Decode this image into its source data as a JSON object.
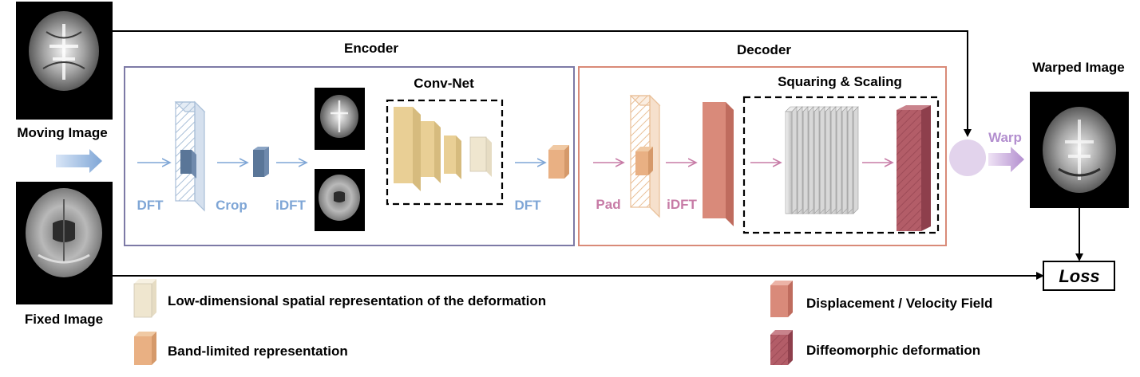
{
  "images": {
    "moving": "Moving Image",
    "fixed": "Fixed Image",
    "warped": "Warped Image"
  },
  "encoder": {
    "title": "Encoder",
    "convnet": "Conv-Net",
    "dft1": "DFT",
    "crop": "Crop",
    "idft": "iDFT",
    "dft2": "DFT"
  },
  "decoder": {
    "title": "Decoder",
    "ss": "Squaring & Scaling",
    "pad": "Pad",
    "idft": "iDFT"
  },
  "warp": "Warp",
  "loss": "Loss",
  "legend": {
    "low_dim": "Low-dimensional spatial representation of the deformation",
    "band": "Band-limited representation",
    "disp": "Displacement / Velocity Field",
    "diffeo": "Diffeomorphic deformation"
  },
  "colors": {
    "encoder_border": "#7d7aa6",
    "decoder_border": "#d98a78",
    "blue_text": "#7fa6d6",
    "pink_text": "#c77ba6",
    "tan_block": "#e9cf95",
    "salmon_block": "#d98a7a",
    "diffeo_block": "#b35d68",
    "warp_circle": "#e2d3ec"
  }
}
